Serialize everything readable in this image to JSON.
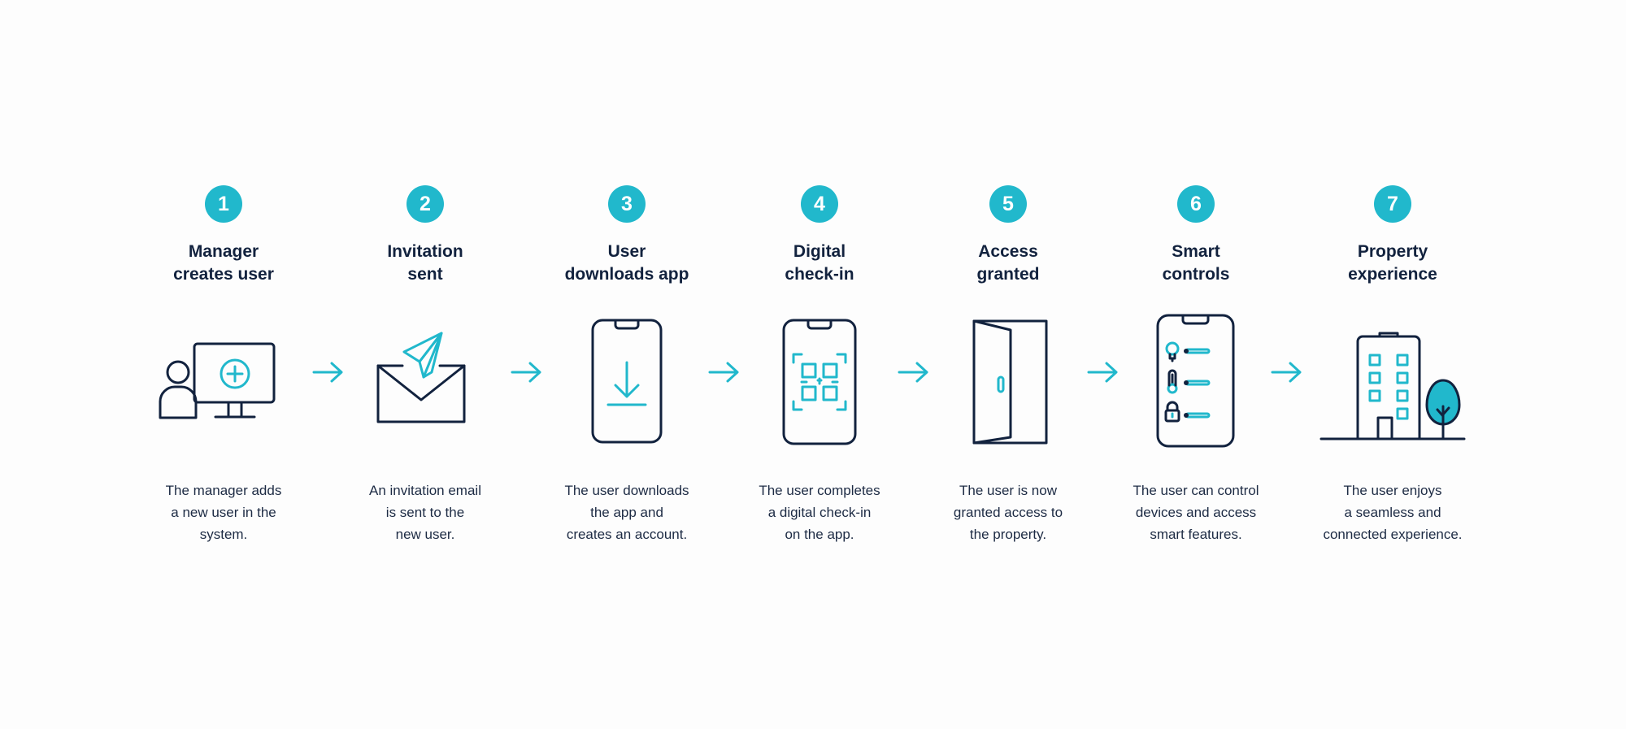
{
  "colors": {
    "accent": "#21b8cc",
    "ink": "#12223e",
    "background": "#fdfdfd"
  },
  "steps": [
    {
      "number": "1",
      "title": [
        "Manager",
        "creates user"
      ],
      "icon": "user-add-monitor-icon",
      "description": [
        "The manager adds",
        "a new user in the",
        "system."
      ]
    },
    {
      "number": "2",
      "title": [
        "Invitation",
        "sent"
      ],
      "icon": "envelope-paper-plane-icon",
      "description": [
        "An invitation email",
        "is sent to the",
        "new user."
      ]
    },
    {
      "number": "3",
      "title": [
        "User",
        "downloads app"
      ],
      "icon": "phone-download-icon",
      "description": [
        "The user downloads",
        "the app and",
        "creates an account."
      ]
    },
    {
      "number": "4",
      "title": [
        "Digital",
        "check-in"
      ],
      "icon": "phone-qr-code-icon",
      "description": [
        "The user completes",
        "a digital check-in",
        "on the app."
      ]
    },
    {
      "number": "5",
      "title": [
        "Access",
        "granted"
      ],
      "icon": "open-door-icon",
      "description": [
        "The user is now",
        "granted access to",
        "the property."
      ]
    },
    {
      "number": "6",
      "title": [
        "Smart",
        "controls"
      ],
      "icon": "phone-smart-controls-icon",
      "description": [
        "The user can control",
        "devices and access",
        "smart features."
      ]
    },
    {
      "number": "7",
      "title": [
        "Property",
        "experience"
      ],
      "icon": "building-tree-icon",
      "description": [
        "The user enjoys",
        "a seamless and",
        "connected experience."
      ]
    }
  ]
}
